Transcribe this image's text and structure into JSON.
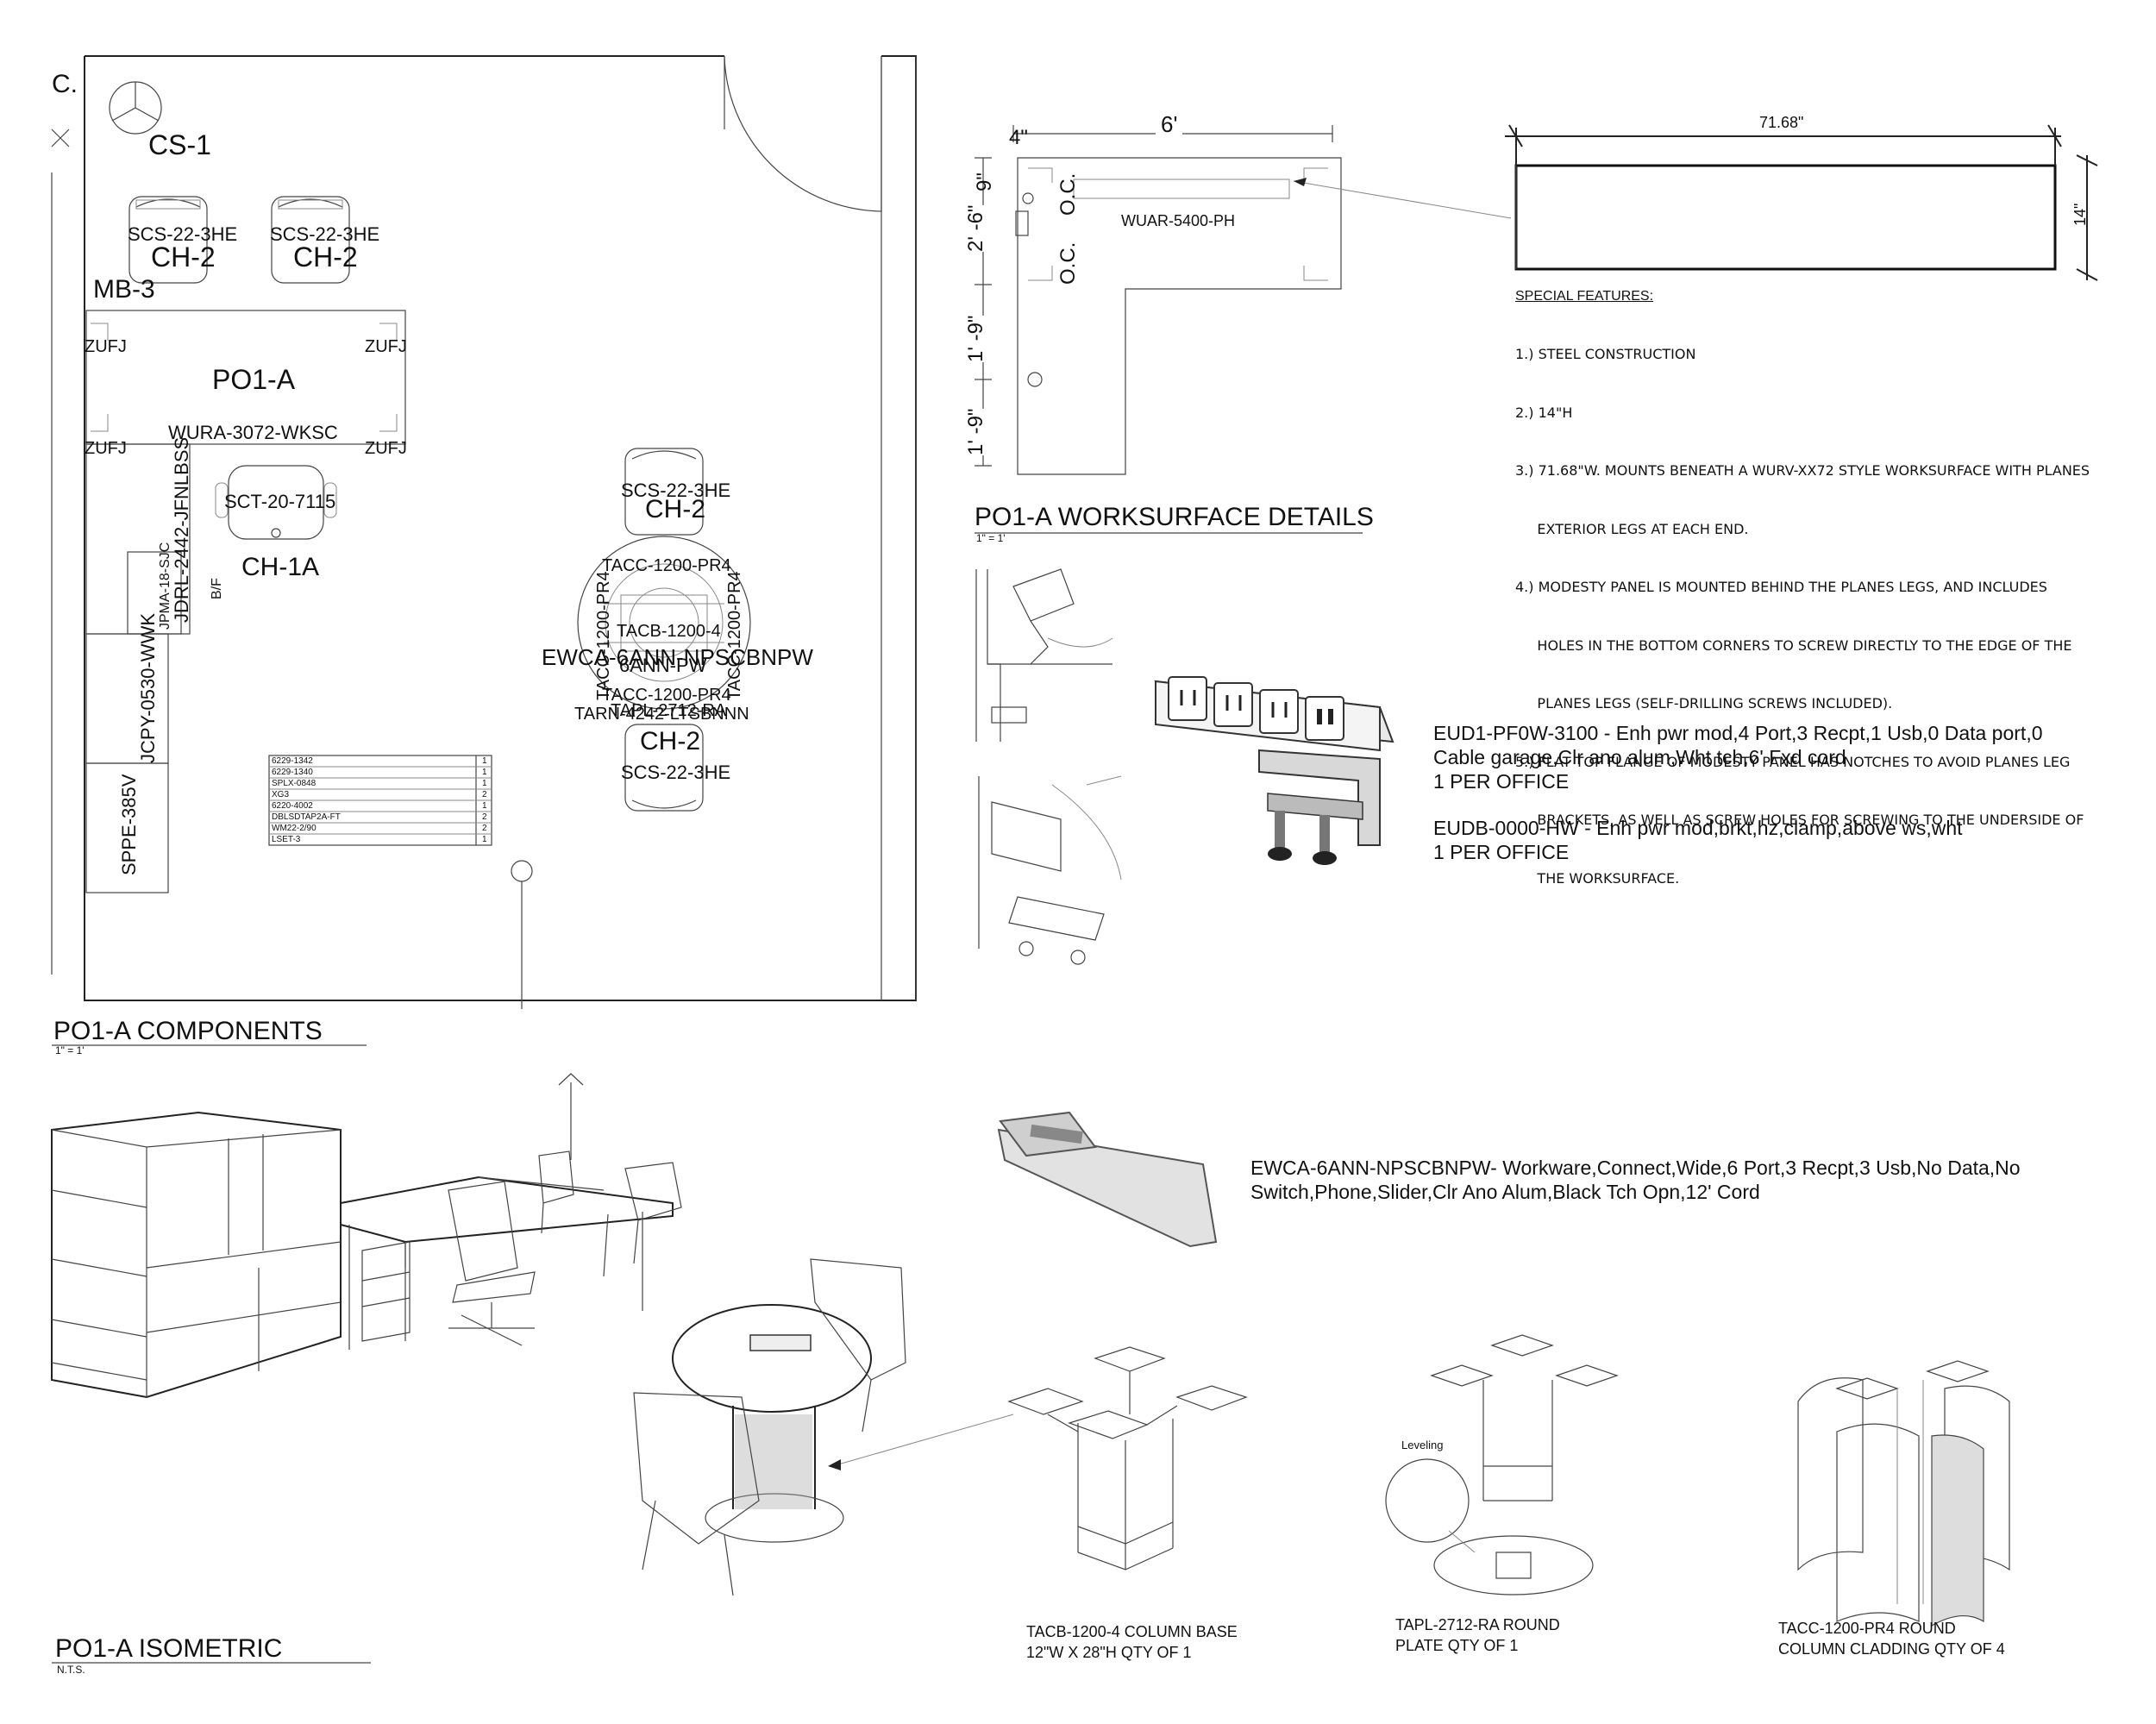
{
  "plan": {
    "corner_label": "C.",
    "cs1": "CS-1",
    "mb3": "MB-3",
    "guest_chairs": [
      {
        "model": "SCS-22-3HE",
        "tag": "CH-2"
      },
      {
        "model": "SCS-22-3HE",
        "tag": "CH-2"
      }
    ],
    "desk_tag": "PO1-A",
    "zufj": [
      "ZUFJ",
      "ZUFJ",
      "ZUFJ",
      "ZUFJ"
    ],
    "worksurface": "WURA-3072-WKSC",
    "task_chair_model": "SCT-20-7115",
    "task_chair_tag": "CH-1A",
    "vertical_labels": {
      "lateral": "JDRL-2442-JFNLBSS",
      "pedestal": "JPMA-18-SJC",
      "bf": "B/F",
      "cabinet": "JCPY-0530-WWK",
      "panel": "SPPE-385V"
    },
    "round_table": {
      "top_chair_model": "SCS-22-3HE",
      "top_chair_tag": "CH-2",
      "cladding_top": "TACC-1200-PR4",
      "cladding_left": "TACC-1200-PR4",
      "cladding_right": "TACC-1200-PR4",
      "base": "TACB-1200-4",
      "power": "EWCA-6ANN-NPSCBNPW",
      "power_overlap": "6ANN-PW",
      "cladding_bottom": "TACC-1200-PR4",
      "plate": "TAPL-2712-RA",
      "tarn": "TARN-4242-LTSBNNN",
      "bottom_chair_tag": "CH-2",
      "bottom_chair_model": "SCS-22-3HE"
    },
    "parts_table": [
      {
        "part": "6229-1342",
        "qty": "1"
      },
      {
        "part": "6229-1340",
        "qty": "1"
      },
      {
        "part": "SPLX-0848",
        "qty": "1"
      },
      {
        "part": "XG3",
        "qty": "2"
      },
      {
        "part": "6220-4002",
        "qty": "1"
      },
      {
        "part": "DBLSDTAP2A-FT",
        "qty": "2"
      },
      {
        "part": "WM22-2/90",
        "qty": "2"
      },
      {
        "part": "LSET-3",
        "qty": "1"
      }
    ],
    "section_title": "PO1-A COMPONENTS",
    "section_scale": "1\" = 1'"
  },
  "worksurface_details": {
    "title": "PO1-A WORKSURFACE DETAILS",
    "scale": "1\" = 1'",
    "dim_width": "6'",
    "dim_return": "4\"",
    "dim_9": "9\"",
    "dim_2_6": "2' -6\"",
    "dim_1_9a": "1' -9\"",
    "dim_1_9b": "1' -9\"",
    "oc1": "O.C.",
    "oc2": "O.C.",
    "modesty_label": "WUAR-5400-PH"
  },
  "modesty_panel": {
    "width": "71.68\"",
    "height": "14\"",
    "features_title": "SPECIAL FEATURES:",
    "features": [
      "1.) STEEL CONSTRUCTION",
      "2.) 14\"H",
      "3.) 71.68\"W. MOUNTS BENEATH A WURV-XX72 STYLE WORKSURFACE WITH PLANES",
      "     EXTERIOR LEGS AT EACH END.",
      "4.) MODESTY PANEL IS MOUNTED BEHIND THE PLANES LEGS, AND INCLUDES",
      "     HOLES IN THE BOTTOM CORNERS TO SCREW DIRECTLY TO THE EDGE OF THE",
      "     PLANES LEGS (SELF-DRILLING SCREWS INCLUDED).",
      "5.) FLAT TOP FLANGE OF MODESTY PANEL HAS NOTCHES TO AVOID PLANES LEG",
      "     BRACKETS, AS WELL AS SCREW HOLES FOR SCREWING TO THE UNDERSIDE OF",
      "     THE WORKSURFACE."
    ]
  },
  "power": {
    "line1": "EUD1-PF0W-3100 - Enh pwr mod,4 Port,3 Recpt,1 Usb,0 Data port,0",
    "line2": "Cable garage,Clr ano alum,Wht tch,6' Fxd cord",
    "line3": "1 PER OFFICE",
    "line4": "EUDB-0000-HW - Enh pwr mod,brkt,hz,clamp,above ws,wht",
    "line5": "1 PER OFFICE"
  },
  "ewca": {
    "line1": "EWCA-6ANN-NPSCBNPW- Workware,Connect,Wide,6 Port,3 Recpt,3 Usb,No Data,No",
    "line2": "Switch,Phone,Slider,Clr Ano Alum,Black Tch Opn,12' Cord"
  },
  "isometric": {
    "title": "PO1-A ISOMETRIC",
    "scale": "N.T.S."
  },
  "components": {
    "base": {
      "line1": "TACB-1200-4 COLUMN BASE",
      "line2": "12\"W X 28\"H QTY OF 1"
    },
    "plate": {
      "line1": "TAPL-2712-RA ROUND",
      "line2": "PLATE QTY OF 1",
      "leveling": "Leveling"
    },
    "cladding": {
      "line1": "TACC-1200-PR4 ROUND",
      "line2": "COLUMN CLADDING QTY OF 4"
    }
  }
}
